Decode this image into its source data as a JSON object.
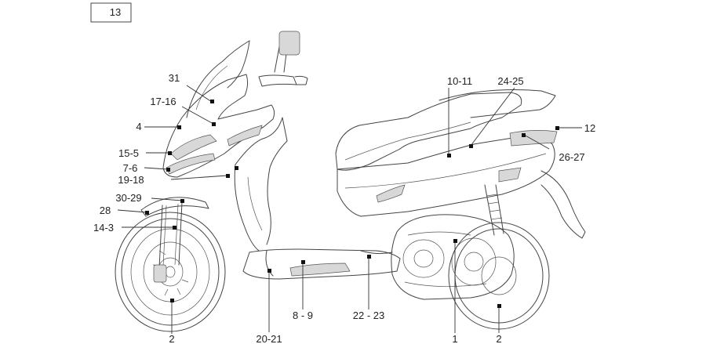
{
  "page_number": "13",
  "labels": [
    {
      "id": "l31",
      "text": "31"
    },
    {
      "id": "l17",
      "text": "17-16"
    },
    {
      "id": "l4",
      "text": "4"
    },
    {
      "id": "l15",
      "text": "15-5"
    },
    {
      "id": "l7",
      "text": "7-6"
    },
    {
      "id": "l19",
      "text": "19-18"
    },
    {
      "id": "l30",
      "text": "30-29"
    },
    {
      "id": "l28",
      "text": "28"
    },
    {
      "id": "l14",
      "text": "14-3"
    },
    {
      "id": "l2a",
      "text": "2"
    },
    {
      "id": "l20",
      "text": "20-21"
    },
    {
      "id": "l8",
      "text": "8 - 9"
    },
    {
      "id": "l22",
      "text": "22 - 23"
    },
    {
      "id": "l1",
      "text": "1"
    },
    {
      "id": "l2b",
      "text": "2"
    },
    {
      "id": "l10",
      "text": "10-11"
    },
    {
      "id": "l24",
      "text": "24-25"
    },
    {
      "id": "l12",
      "text": "12"
    },
    {
      "id": "l26",
      "text": "26-27"
    }
  ]
}
